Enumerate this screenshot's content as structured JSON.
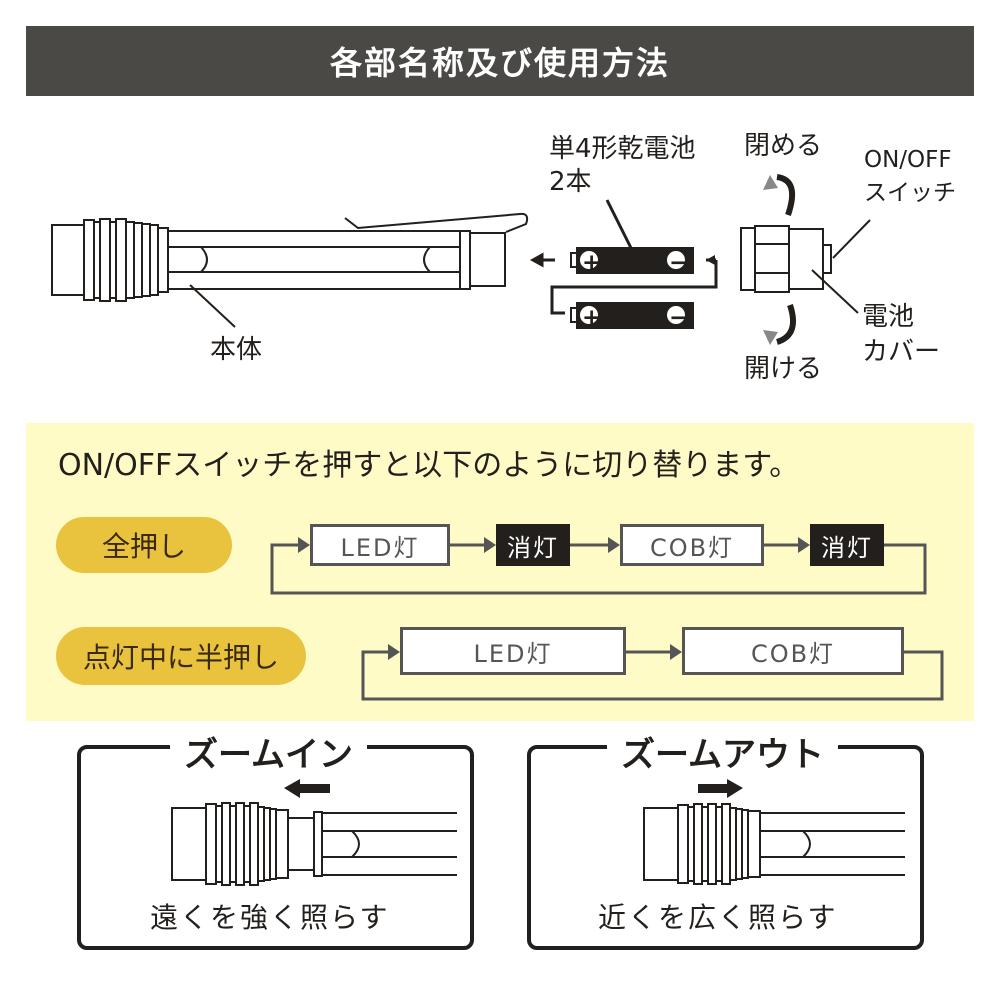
{
  "header": {
    "title": "各部名称及び使用方法"
  },
  "parts": {
    "body_label": "本体",
    "battery_label_line1": "単4形乾電池",
    "battery_label_line2": "2本",
    "close_label": "閉める",
    "open_label": "開ける",
    "switch_label_line1": "ON/OFF",
    "switch_label_line2": "スイッチ",
    "cover_label_line1": "電池",
    "cover_label_line2": "カバー",
    "battery_plus": "+",
    "battery_minus": "−"
  },
  "modes": {
    "intro": "ON/OFFスイッチを押すと以下のように切り替ります。",
    "full_press": {
      "label": "全押し",
      "steps": [
        "LED灯",
        "消灯",
        "COB灯",
        "消灯"
      ]
    },
    "half_press": {
      "label": "点灯中に半押し",
      "steps": [
        "LED灯",
        "COB灯"
      ]
    }
  },
  "zoom": {
    "zoom_in": {
      "title": "ズームイン",
      "caption": "遠くを強く照らす",
      "direction": "left"
    },
    "zoom_out": {
      "title": "ズームアウト",
      "caption": "近くを広く照らす",
      "direction": "right"
    }
  },
  "colors": {
    "header_bg": "#4a4946",
    "panel_bg": "#fffbc6",
    "pill_bg": "#e9c33d",
    "line": "#555555",
    "ink": "#231f1c"
  }
}
